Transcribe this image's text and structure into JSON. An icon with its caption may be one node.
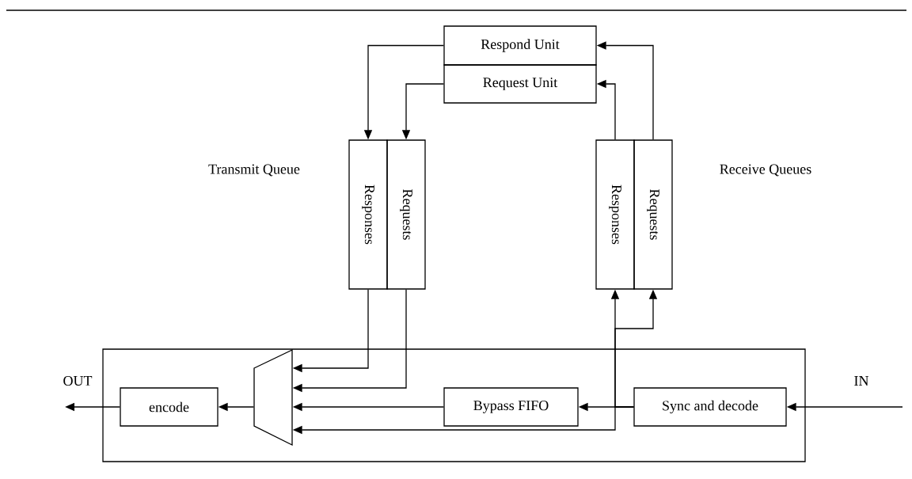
{
  "diagram": {
    "nodes": [
      {
        "text": [
          "Respond Unit"
        ]
      },
      {
        "text": [
          "Request Unit"
        ]
      },
      {
        "text": [
          "Responses"
        ]
      },
      {
        "text": [
          "Requests"
        ]
      },
      {
        "text": [
          "Responses"
        ]
      },
      {
        "text": [
          "Requests"
        ]
      },
      {
        "text": [],
        "shape": "box"
      },
      {
        "text": [],
        "shape": "trapezoid",
        "in": 6
      },
      {
        "text": [
          "encode"
        ],
        "in": 6
      },
      {
        "text": [
          "Bypass FIFO"
        ],
        "in": 6
      },
      {
        "text": [
          "Sync and decode"
        ],
        "in": 6
      }
    ],
    "edges": [
      {
        "from": 0,
        "to": 2,
        "arrow": "to"
      },
      {
        "from": 1,
        "to": 3,
        "arrow": "to"
      },
      {
        "from": 4,
        "to": 1,
        "arrow": "to"
      },
      {
        "from": 5,
        "to": 0,
        "arrow": "to"
      },
      {
        "from": 2,
        "to": 7,
        "arrow": "to"
      },
      {
        "from": 3,
        "to": 7,
        "arrow": "to"
      },
      {
        "from": 9,
        "to": 7,
        "arrow": "to"
      },
      {
        "from": 10,
        "to": 7,
        "arrow": "to"
      },
      {
        "from": 10,
        "to": 9,
        "arrow": "to"
      },
      {
        "from": 10,
        "to": 4,
        "arrow": "to"
      },
      {
        "from": 10,
        "to": 5,
        "arrow": "to"
      },
      {
        "from": 7,
        "to": 8,
        "arrow": "to"
      },
      {
        "from": 8,
        "to": null,
        "arrow": "to"
      },
      {
        "from": null,
        "to": 10,
        "arrow": "to"
      }
    ],
    "labels": [
      "Transmit Queue",
      "Receive Queues",
      "OUT",
      "IN"
    ]
  }
}
